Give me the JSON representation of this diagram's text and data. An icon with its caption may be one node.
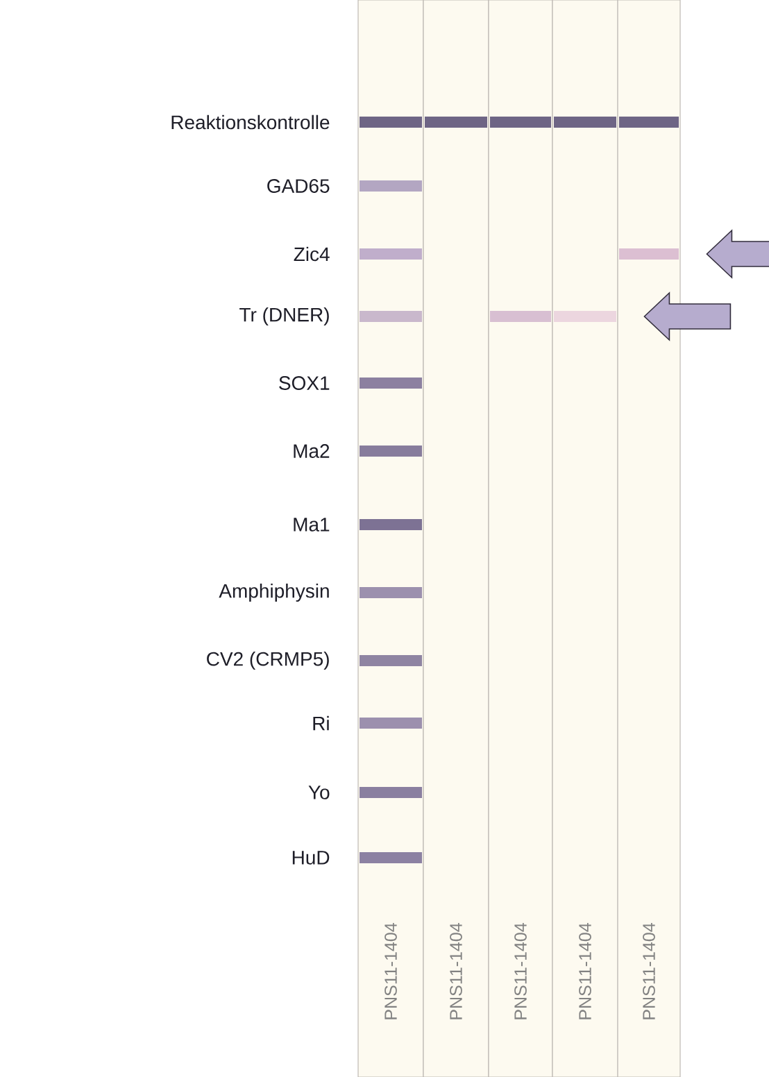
{
  "diagram": {
    "nodes": [
      {
        "text": [],
        "shape": "bar"
      },
      {
        "text": [],
        "shape": "bar"
      }
    ],
    "edges": [
      {
        "from": null,
        "to": 0,
        "arrow": "to"
      },
      {
        "from": null,
        "to": 1,
        "arrow": "to"
      }
    ],
    "labels": [
      "Reaktionskontrolle",
      "GAD65",
      "Zic4",
      "Tr (DNER)",
      "SOX1",
      "Ma2",
      "Ma1",
      "Amphiphysin",
      "CV2 (CRMP5)",
      "Ri",
      "Yo",
      "HuD",
      "PNS11-1404",
      "PNS11-1404",
      "PNS11-1404",
      "PNS11-1404",
      "PNS11-1404"
    ]
  }
}
